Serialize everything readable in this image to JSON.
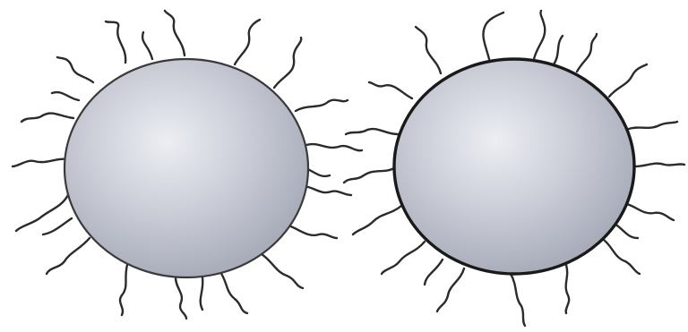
{
  "diagram": {
    "particles": [
      {
        "name": "particle-left",
        "chains": 22
      },
      {
        "name": "particle-right",
        "chains": 20
      }
    ],
    "colors": {
      "background": "#ffffff",
      "core_light": "#eceef3",
      "core_mid": "#c9ccd6",
      "core_dark": "#a9adba",
      "outline": "#2b2b2b",
      "chain": "#2b2b2b"
    }
  }
}
